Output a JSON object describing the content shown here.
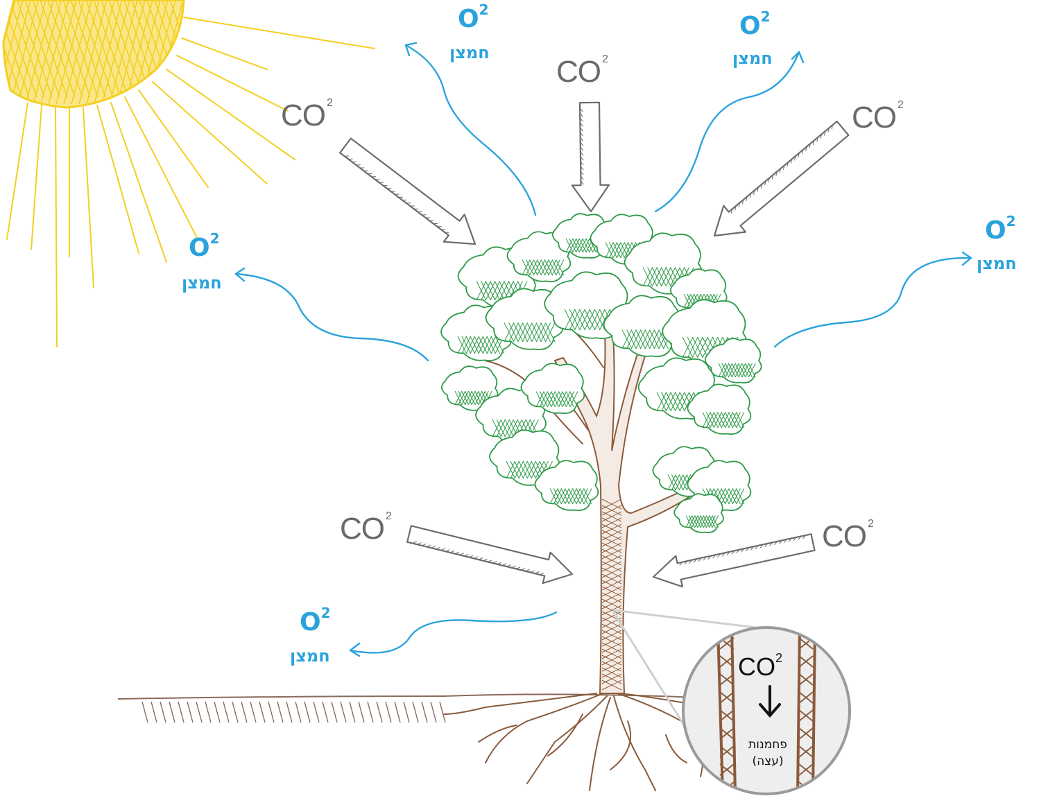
{
  "labels": {
    "co2_text": "CO",
    "co2_sub": "2",
    "o2_text": "O",
    "o2_sub": "2",
    "o2_hebrew": "חמצן",
    "inset_co2_text": "CO",
    "inset_co2_sub": "2",
    "inset_carbon": "פחמנות",
    "inset_wood": "(עצה)"
  },
  "colors": {
    "sun": "#f3cf22",
    "co2_arrow": "#6b6b6b",
    "o2": "#2aa3dc",
    "foliage": "#2e9a48",
    "trunk": "#8a5a3b",
    "ground": "#8a6a58",
    "inset_bg": "#eeeeee"
  }
}
